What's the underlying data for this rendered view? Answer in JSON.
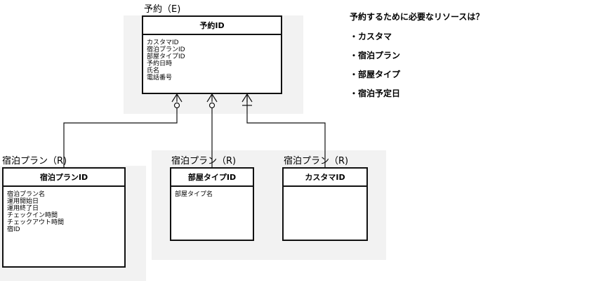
{
  "reservation": {
    "label": "予約（E)",
    "header": "予約ID",
    "attributes": [
      "カスタマID",
      "宿泊プランID",
      "部屋タイプID",
      "予約日時",
      "氏名",
      "電話番号"
    ]
  },
  "plan": {
    "label": "宿泊プラン（R)",
    "header": "宿泊プランID",
    "attributes": [
      "宿泊プラン名",
      "運用開始日",
      "運用終了日",
      "チェックイン時間",
      "チェックアウト時間",
      "宿ID"
    ]
  },
  "room_type": {
    "label": "宿泊プラン（R)",
    "header": "部屋タイプID",
    "attributes": [
      "部屋タイプ名"
    ]
  },
  "customer": {
    "label": "宿泊プラン（R)",
    "header": "カスタマID",
    "attributes": []
  },
  "note": {
    "title": "予約するために必要なリソースは？",
    "items": [
      "・カスタマ",
      "・宿泊プラン",
      "・部屋タイプ",
      "・宿泊予定日"
    ]
  }
}
